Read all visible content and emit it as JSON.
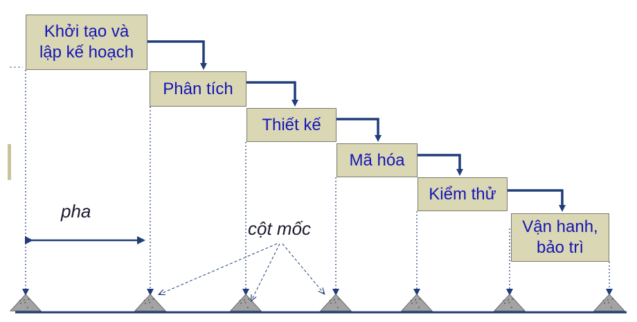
{
  "diagram": {
    "phases": [
      {
        "label": "Khởi tạo và\nlập kế hoạch"
      },
      {
        "label": "Phân tích"
      },
      {
        "label": "Thiết kế"
      },
      {
        "label": "Mã hóa"
      },
      {
        "label": "Kiểm thử"
      },
      {
        "label": "Vận hanh,\nbảo trì"
      }
    ],
    "phase_label": "pha",
    "milestone_label": "cột mốc",
    "milestone_count": 7
  },
  "colors": {
    "box_fill": "#d9d7b4",
    "box_text": "#1515b5",
    "connector_arrow": "#1f3d7a",
    "baseline": "#1f3d7a",
    "milestone": "#9a9a9a"
  }
}
